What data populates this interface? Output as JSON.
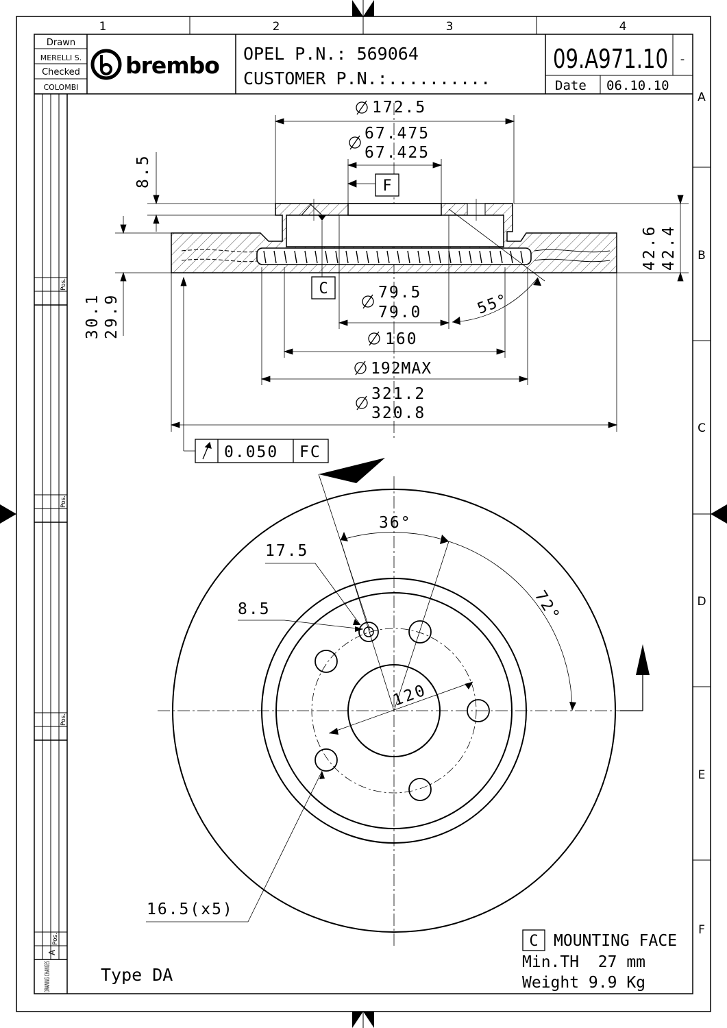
{
  "grid": {
    "columns": [
      "1",
      "2",
      "3",
      "4"
    ],
    "rows": [
      "A",
      "B",
      "C",
      "D",
      "E",
      "F"
    ]
  },
  "title_block": {
    "drawn_label": "Drawn",
    "drawn_by": "MERELLI S.",
    "checked_label": "Checked",
    "checked_by": "COLOMBI",
    "brand": "brembo",
    "oem_pn": "OPEL P.N.: 569064",
    "customer_pn": "CUSTOMER P.N.:..........",
    "drawing_number": "09.A971.10",
    "revision": "-",
    "date_label": "Date",
    "date": "06.10.10"
  },
  "side_strip": {
    "pos_label": "Pos.",
    "a_label": "A",
    "drawing_changes": "DRAWING CHANGES"
  },
  "section_view": {
    "dia_hat_outer": "172.5",
    "dia_pilot_max": "67.475",
    "dia_pilot_min": "67.425",
    "datum_f": "F",
    "datum_c": "C",
    "hat_thickness": "8.5",
    "height_max": "42.6",
    "height_min": "42.4",
    "offset_max": "30.1",
    "offset_min": "29.9",
    "dia_inner_max": "79.5",
    "dia_inner_min": "79.0",
    "angle_vent": "55°",
    "dia_160": "160",
    "dia_192": "192MAX",
    "dia_disc_max": "321.2",
    "dia_disc_min": "320.8",
    "runout_value": "0.050",
    "runout_datum": "FC"
  },
  "front_view": {
    "angle_36": "36°",
    "angle_72": "72°",
    "dim_17_5": "17.5",
    "dim_8_5": "8.5",
    "pcd": "120",
    "holes": "16.5(x5)"
  },
  "notes": {
    "type": "Type DA",
    "mounting_face_tag": "C",
    "mounting_face": "MOUNTING FACE",
    "min_th": "Min.TH  27 mm",
    "weight": "Weight 9.9 Kg"
  }
}
